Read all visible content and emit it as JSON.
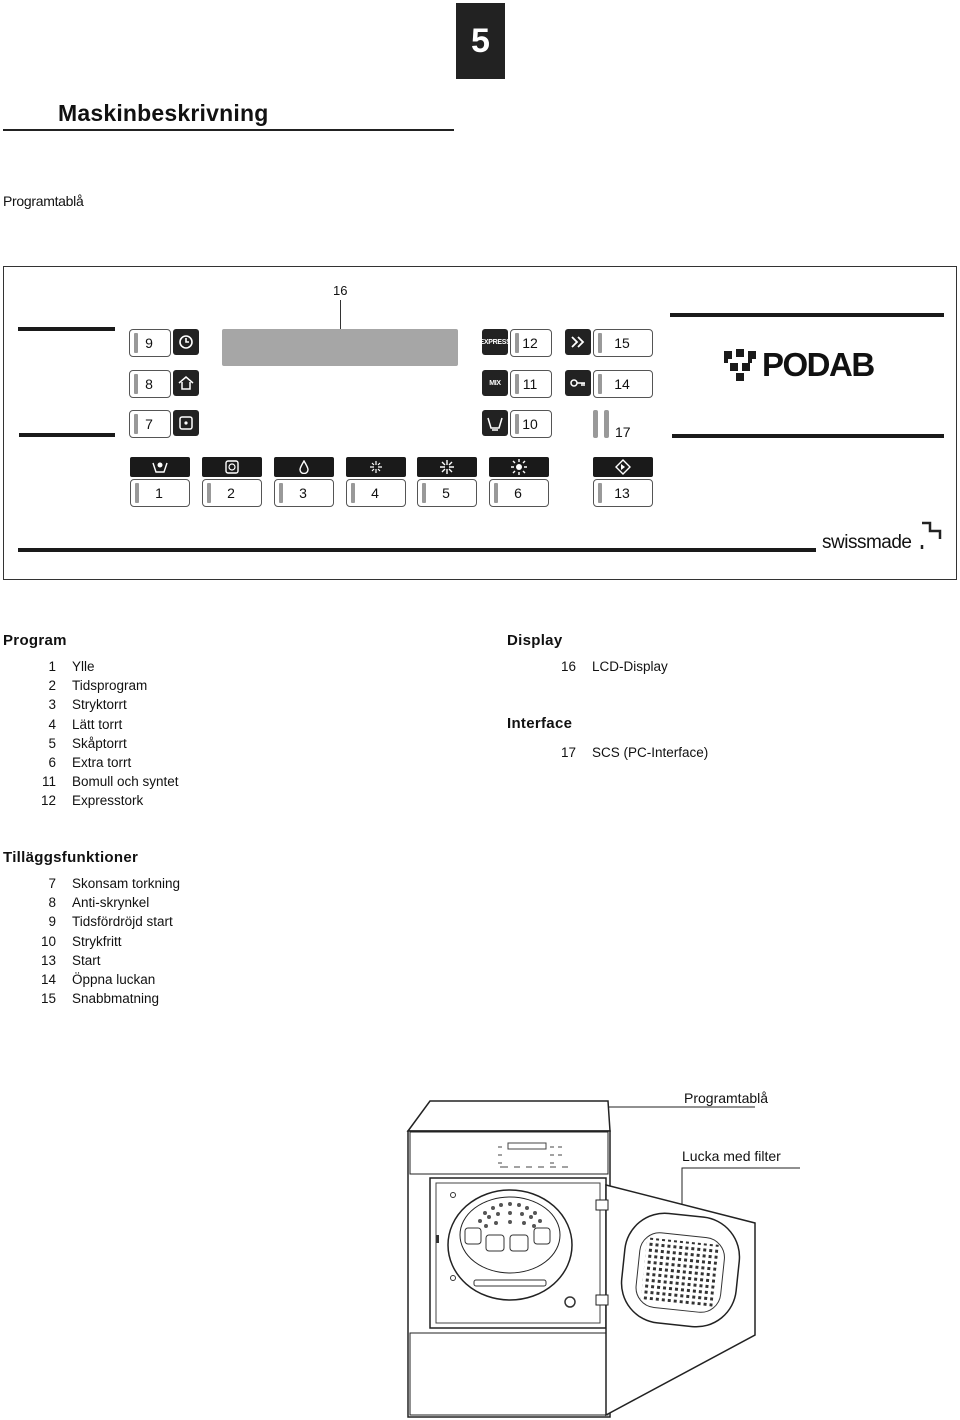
{
  "page_number": "5",
  "title": "Maskinbeskrivning",
  "subtitle": "Programtablå",
  "panel": {
    "lcd_callout": "16",
    "brand": "PODAB",
    "swissmade": "swissmade",
    "express_tag": "EXPRESS",
    "mix_tag": "MIX",
    "buttons": {
      "b9": "9",
      "b8": "8",
      "b7": "7",
      "b12": "12",
      "b11": "11",
      "b10": "10",
      "b15": "15",
      "b14": "14",
      "b17": "17",
      "b1": "1",
      "b2": "2",
      "b3": "3",
      "b4": "4",
      "b5": "5",
      "b6": "6",
      "b13": "13"
    }
  },
  "program": {
    "heading": "Program",
    "items": [
      {
        "n": "1",
        "label": "Ylle"
      },
      {
        "n": "2",
        "label": "Tidsprogram"
      },
      {
        "n": "3",
        "label": "Stryktorrt"
      },
      {
        "n": "4",
        "label": "Lätt torrt"
      },
      {
        "n": "5",
        "label": "Skåptorrt"
      },
      {
        "n": "6",
        "label": "Extra torrt"
      },
      {
        "n": "11",
        "label": "Bomull och syntet"
      },
      {
        "n": "12",
        "label": "Expresstork"
      }
    ]
  },
  "display": {
    "heading": "Display",
    "items": [
      {
        "n": "16",
        "label": "LCD-Display"
      }
    ]
  },
  "interface": {
    "heading": "Interface",
    "items": [
      {
        "n": "17",
        "label": "SCS (PC-Interface)"
      }
    ]
  },
  "tillagg": {
    "heading": "Tilläggsfunktioner",
    "items": [
      {
        "n": "7",
        "label": "Skonsam torkning"
      },
      {
        "n": "8",
        "label": "Anti-skrynkel"
      },
      {
        "n": "9",
        "label": "Tidsfördröjd start"
      },
      {
        "n": "10",
        "label": "Strykfritt"
      },
      {
        "n": "13",
        "label": "Start"
      },
      {
        "n": "14",
        "label": "Öppna luckan"
      },
      {
        "n": "15",
        "label": "Snabbmatning"
      }
    ]
  },
  "illustration": {
    "label_panel": "Programtablå",
    "label_door": "Lucka med filter"
  }
}
